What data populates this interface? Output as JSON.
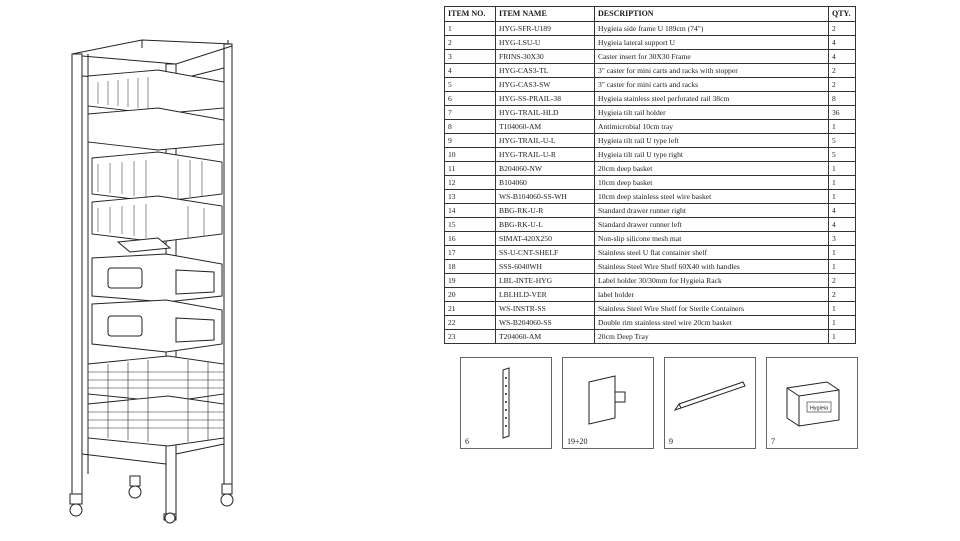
{
  "table": {
    "headers": {
      "item_no": "ITEM NO.",
      "item_name": "ITEM NAME",
      "description": "DESCRIPTION",
      "qty": "QTY."
    },
    "rows": [
      {
        "no": "1",
        "name": "HYG-SFR-U189",
        "desc": "Hygieia side frame U 189cm (74\")",
        "qty": "2"
      },
      {
        "no": "2",
        "name": "HYG-LSU-U",
        "desc": "Hygieia lateral support U",
        "qty": "4"
      },
      {
        "no": "3",
        "name": "FRINS-30X30",
        "desc": "Caster insert for 30X30 Frame",
        "qty": "4"
      },
      {
        "no": "4",
        "name": "HYG-CAS3-TL",
        "desc": "3\" caster for mini carts and racks with stopper",
        "qty": "2"
      },
      {
        "no": "5",
        "name": "HYG-CAS3-SW",
        "desc": "3\" caster for mini carts and racks",
        "qty": "2"
      },
      {
        "no": "6",
        "name": "HYG-SS-PRAIL-38",
        "desc": "Hygieia stainless steel perforated rail 38cm",
        "qty": "8"
      },
      {
        "no": "7",
        "name": "HYG-TRAIL-HLD",
        "desc": "Hygieia tilt rail holder",
        "qty": "36"
      },
      {
        "no": "8",
        "name": "T104060-AM",
        "desc": "Antimicrobial 10cm tray",
        "qty": "1"
      },
      {
        "no": "9",
        "name": "HYG-TRAIL-U-L",
        "desc": "Hygieia tilt rail U type left",
        "qty": "5"
      },
      {
        "no": "10",
        "name": "HYG-TRAIL-U-R",
        "desc": "Hygieia tilt rail U type right",
        "qty": "5"
      },
      {
        "no": "11",
        "name": "B204060-NW",
        "desc": "20cm deep basket",
        "qty": "1"
      },
      {
        "no": "12",
        "name": "B104060",
        "desc": "10cm deep basket",
        "qty": "1"
      },
      {
        "no": "13",
        "name": "WS-B104060-SS-WH",
        "desc": "10cm deep stainless steel wire basket",
        "qty": "1"
      },
      {
        "no": "14",
        "name": "BBG-RK-U-R",
        "desc": "Standard drawer runner right",
        "qty": "4"
      },
      {
        "no": "15",
        "name": "BBG-RK-U-L",
        "desc": "Standard drawer runner left",
        "qty": "4"
      },
      {
        "no": "16",
        "name": "SIMAT-420X250",
        "desc": "Non-slip silicone mesh mat",
        "qty": "3"
      },
      {
        "no": "17",
        "name": "SS-U-CNT-SHELF",
        "desc": "Stainless steel U flat container shelf",
        "qty": "1"
      },
      {
        "no": "18",
        "name": "SSS-6040WH",
        "desc": "Stainless Steel Wire Shelf 60X40 with handles",
        "qty": "1"
      },
      {
        "no": "19",
        "name": "LBL-INTE-HYG",
        "desc": "Label holder 30/30mm for Hygieia Rack",
        "qty": "2"
      },
      {
        "no": "20",
        "name": "LBLHLD-VER",
        "desc": "label holder",
        "qty": "2"
      },
      {
        "no": "21",
        "name": "WS-INSTR-SS",
        "desc": "Stainless Steel Wire Shelf for Sterile Containers",
        "qty": "1"
      },
      {
        "no": "22",
        "name": "WS-B204060-SS",
        "desc": "Double rim stainless steel wire 20cm basket",
        "qty": "1"
      },
      {
        "no": "23",
        "name": "T204060-AM",
        "desc": "20cm Deep Tray",
        "qty": "1"
      }
    ]
  },
  "details": [
    {
      "label": "6",
      "icon": "perforated-rail-icon"
    },
    {
      "label": "19+20",
      "icon": "label-holder-icon"
    },
    {
      "label": "9",
      "icon": "tilt-rail-icon"
    },
    {
      "label": "7",
      "icon": "tilt-rail-holder-icon"
    }
  ],
  "detail_logo_text": "Hygieia"
}
